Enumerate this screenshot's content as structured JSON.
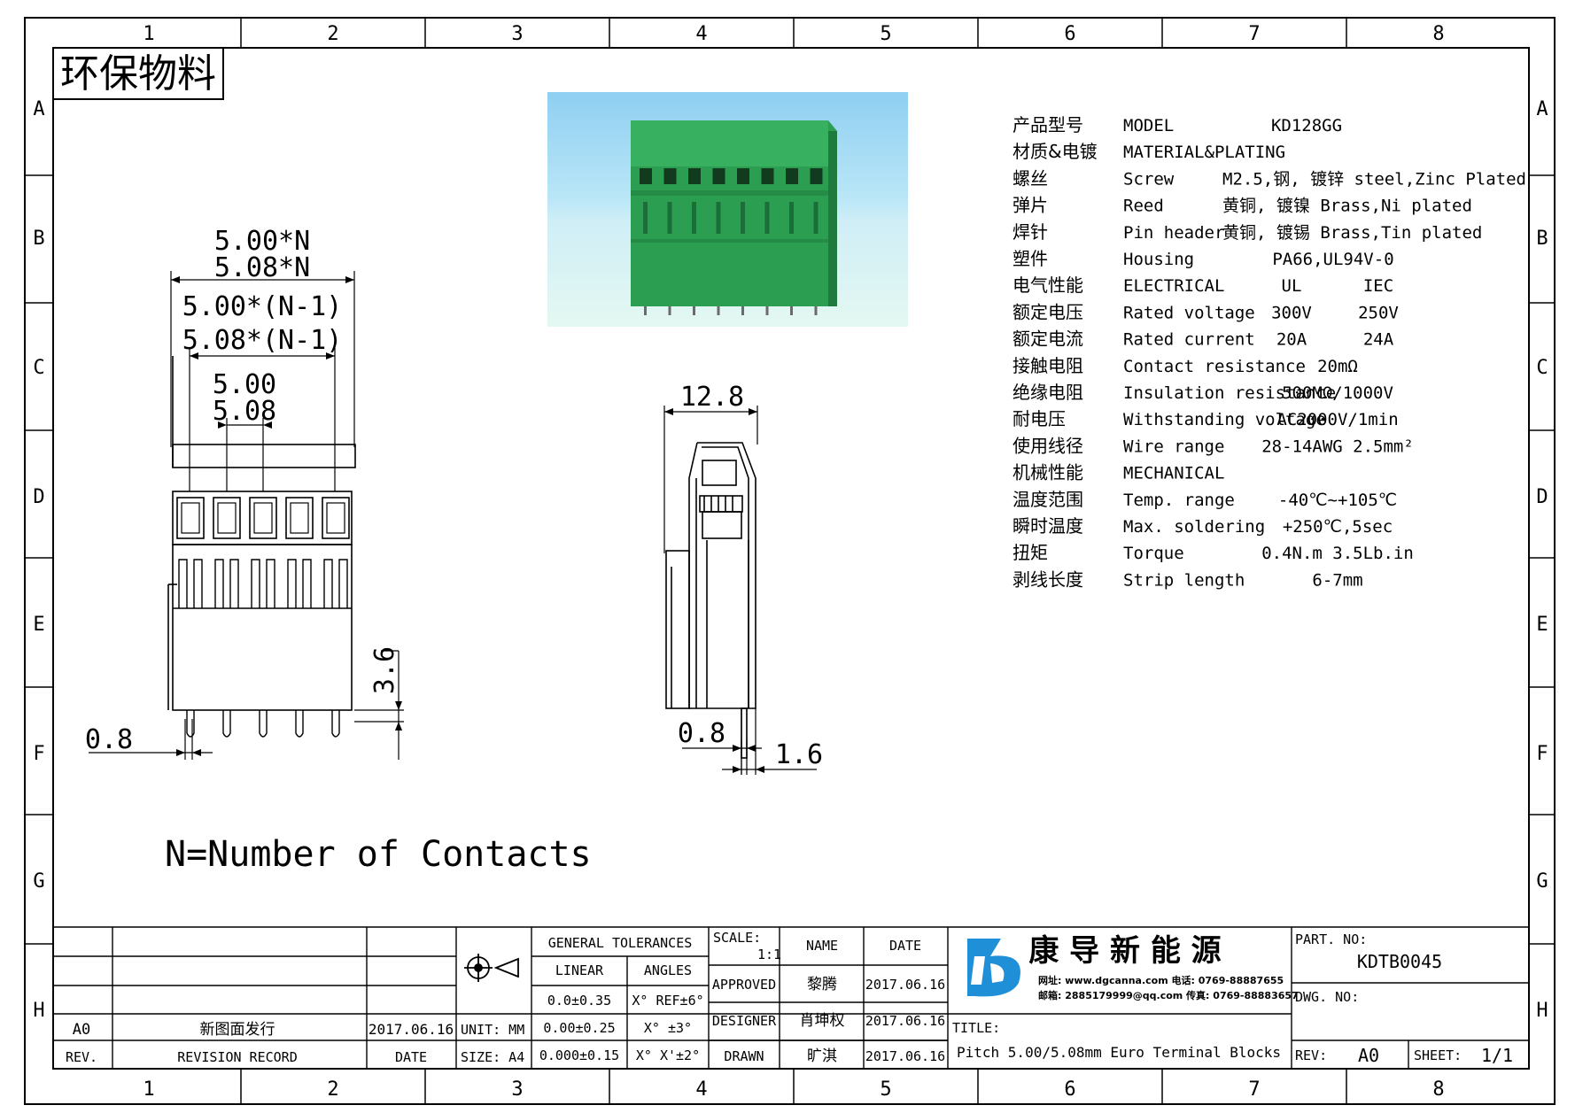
{
  "grid": {
    "columns": [
      "1",
      "2",
      "3",
      "4",
      "5",
      "6",
      "7",
      "8"
    ],
    "rows": [
      "A",
      "B",
      "C",
      "D",
      "E",
      "F",
      "G",
      "H"
    ]
  },
  "stamp": "环保物料",
  "front_view": {
    "dim_pitch_total": [
      "5.00*N",
      "5.08*N"
    ],
    "dim_pitch_n1": [
      "5.00*(N-1)",
      "5.08*(N-1)"
    ],
    "dim_pitch": [
      "5.00",
      "5.08"
    ],
    "dim_pin_width": "0.8",
    "dim_pin_height": "3.6"
  },
  "side_view": {
    "dim_width": "12.8",
    "dim_pin": "0.8",
    "dim_offset": "1.6"
  },
  "note": "N=Number of Contacts",
  "specs": [
    {
      "cn": "产品型号",
      "en": "MODEL",
      "v1": "KD128GG",
      "v2": ""
    },
    {
      "cn": "材质&电镀",
      "en": "MATERIAL&PLATING",
      "v1": "",
      "v2": ""
    },
    {
      "cn": "螺丝",
      "en": "Screw",
      "v1": "M2.5,钢, 镀锌 steel,Zinc Plated",
      "v2": ""
    },
    {
      "cn": "弹片",
      "en": "Reed",
      "v1": "黄铜, 镀镍 Brass,Ni plated",
      "v2": ""
    },
    {
      "cn": "焊针",
      "en": "Pin header",
      "v1": "黄铜, 镀锡 Brass,Tin plated",
      "v2": ""
    },
    {
      "cn": "塑件",
      "en": "Housing",
      "v1": "PA66,UL94V-0",
      "v2": ""
    },
    {
      "cn": "电气性能",
      "en": "ELECTRICAL",
      "v1": "UL",
      "v2": "IEC"
    },
    {
      "cn": "额定电压",
      "en": "Rated voltage",
      "v1": "300V",
      "v2": "250V"
    },
    {
      "cn": "额定电流",
      "en": "Rated current",
      "v1": "20A",
      "v2": "24A"
    },
    {
      "cn": "接触电阻",
      "en": "Contact resistance",
      "v1": "20mΩ",
      "v2": ""
    },
    {
      "cn": "绝缘电阻",
      "en": "Insulation resistance",
      "v1": "500MΩ/1000V",
      "v2": ""
    },
    {
      "cn": "耐电压",
      "en": "Withstanding voltage",
      "v1": "AC2000V/1min",
      "v2": ""
    },
    {
      "cn": "使用线径",
      "en": "Wire range",
      "v1": "28-14AWG 2.5mm²",
      "v2": ""
    },
    {
      "cn": "机械性能",
      "en": "MECHANICAL",
      "v1": "",
      "v2": ""
    },
    {
      "cn": "温度范围",
      "en": "Temp. range",
      "v1": "-40℃~+105℃",
      "v2": ""
    },
    {
      "cn": "瞬时温度",
      "en": "Max. soldering",
      "v1": "+250℃,5sec",
      "v2": ""
    },
    {
      "cn": "扭矩",
      "en": "Torque",
      "v1": "0.4N.m 3.5Lb.in",
      "v2": ""
    },
    {
      "cn": "剥线长度",
      "en": "Strip length",
      "v1": "6-7mm",
      "v2": ""
    }
  ],
  "title_block": {
    "rev_row": {
      "rev": "A0",
      "record": "新图面发行",
      "date": "2017.06.16"
    },
    "rev_header": {
      "rev": "REV.",
      "record": "REVISION RECORD",
      "date": "DATE"
    },
    "unit": "UNIT: MM",
    "size": "SIZE: A4",
    "tol_title": "GENERAL TOLERANCES",
    "tol_linear": "LINEAR",
    "tol_angles": "ANGLES",
    "tol_rows": [
      {
        "lin": "0.0±0.35",
        "ang": "X° REF±6°"
      },
      {
        "lin": "0.00±0.25",
        "ang": "X° ±3°"
      },
      {
        "lin": "0.000±0.15",
        "ang": "X° X'±2°"
      }
    ],
    "scale_label": "SCALE:",
    "scale_value": "1:1",
    "name_label": "NAME",
    "date_label": "DATE",
    "approved": {
      "label": "APPROVED",
      "name": "黎腾",
      "date": "2017.06.16"
    },
    "designer": {
      "label": "DESIGNER",
      "name": "肖坤权",
      "date": "2017.06.16"
    },
    "drawn": {
      "label": "DRAWN",
      "name": "旷淇",
      "date": "2017.06.16"
    },
    "company_name": "康 导 新 能 源",
    "company_info_1": "网址: www.dgcanna.com 电话: 0769-88887655",
    "company_info_2": "邮箱: 2885179999@qq.com 传真: 0769-88883657",
    "title_label": "TITLE:",
    "title_text": "Pitch 5.00/5.08mm Euro Terminal Blocks",
    "part_no_label": "PART. NO:",
    "part_no": "KDTB0045",
    "dwg_no_label": "DWG. NO:",
    "rev_label": "REV:",
    "rev_value": "A0",
    "sheet_label": "SHEET:",
    "sheet_value": "1/1"
  },
  "colors": {
    "housing_green": "#2fa354",
    "sky_top": "#8fd0f0",
    "sky_bottom": "#d6f7f4",
    "logo_blue": "#1f8fd8"
  }
}
